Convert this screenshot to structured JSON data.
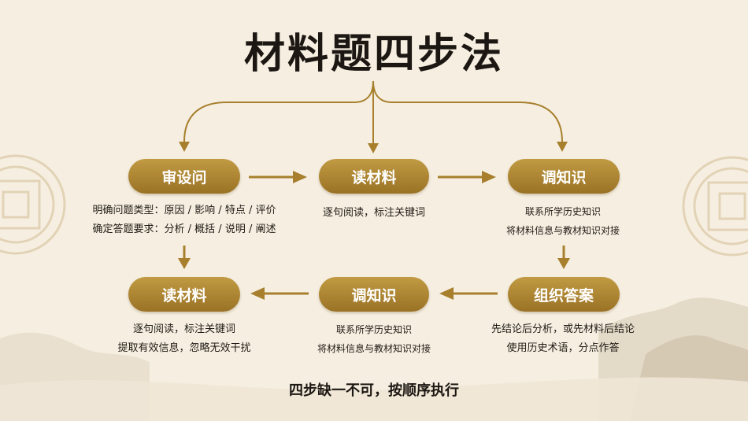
{
  "title": "材料题四步法",
  "top_row": [
    {
      "label": "审设问",
      "lines": [
        "明确问题类型：原因 / 影响 / 特点 / 评价",
        "确定答题要求：分析 / 概括 / 说明 / 阐述"
      ]
    },
    {
      "label": "读材料",
      "lines": [
        "逐句阅读，标注关键词"
      ]
    },
    {
      "label": "调知识",
      "lines": [
        "联系所学历史知识",
        "将材料信息与教材知识对接"
      ]
    }
  ],
  "bottom_row": [
    {
      "label": "读材料",
      "lines": [
        "逐句阅读，标注关键词",
        "提取有效信息，忽略无效干扰"
      ]
    },
    {
      "label": "调知识",
      "lines": [
        "联系所学历史知识",
        "将材料信息与教材知识对接"
      ]
    },
    {
      "label": "组织答案",
      "lines": [
        "先结论后分析，或先材料后结论",
        "使用历史术语，分点作答"
      ]
    }
  ],
  "footer": "四步缺一不可，按顺序执行",
  "colors": {
    "accent": "#a77f2d",
    "text": "#1c1712",
    "background": "#f6efe1"
  }
}
